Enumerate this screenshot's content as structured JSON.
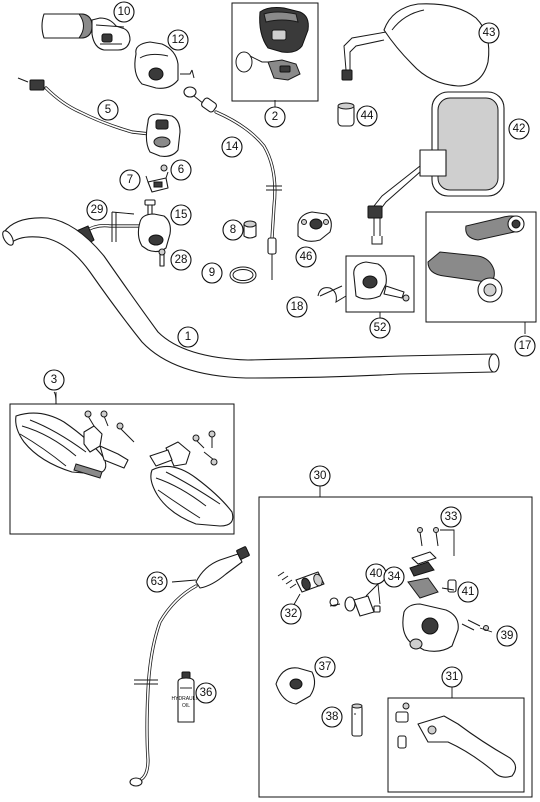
{
  "callouts": {
    "c1": "1",
    "c2": "2",
    "c3": "3",
    "c5": "5",
    "c6": "6",
    "c7": "7",
    "c8": "8",
    "c9": "9",
    "c10": "10",
    "c12": "12",
    "c14": "14",
    "c15": "15",
    "c17": "17",
    "c18": "18",
    "c28": "28",
    "c29": "29",
    "c30": "30",
    "c31": "31",
    "c32": "32",
    "c33": "33",
    "c34": "34",
    "c36": "36",
    "c37": "37",
    "c38": "38",
    "c39": "39",
    "c40": "40",
    "c41": "41",
    "c42": "42",
    "c43": "43",
    "c44": "44",
    "c46": "46",
    "c52": "52",
    "c63": "63"
  },
  "labels": {
    "oil_bottle_line1": "HYDRAULIC",
    "oil_bottle_line2": "OIL"
  }
}
